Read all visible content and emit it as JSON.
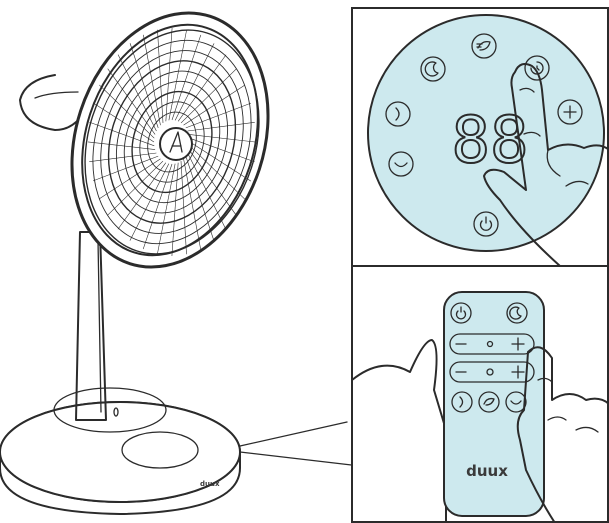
{
  "display": {
    "digits": "88"
  },
  "remote": {
    "brand": "duux"
  },
  "base": {
    "brand": "duux"
  },
  "colors": {
    "panel": "#cde9ee",
    "ink": "#2b2b2b",
    "base": "#ffffff"
  },
  "icons": {
    "control_panel": [
      "power-icon",
      "moon-icon",
      "leaf-fan-icon",
      "timer-icon",
      "plus-icon",
      "minus-icon",
      "swing-vertical-icon",
      "swing-horizontal-icon"
    ],
    "remote": [
      "power-icon",
      "moon-icon",
      "minus-icon",
      "plus-icon",
      "timer-icon",
      "swing-vertical-icon",
      "leaf-fan-icon",
      "swing-horizontal-icon"
    ]
  }
}
